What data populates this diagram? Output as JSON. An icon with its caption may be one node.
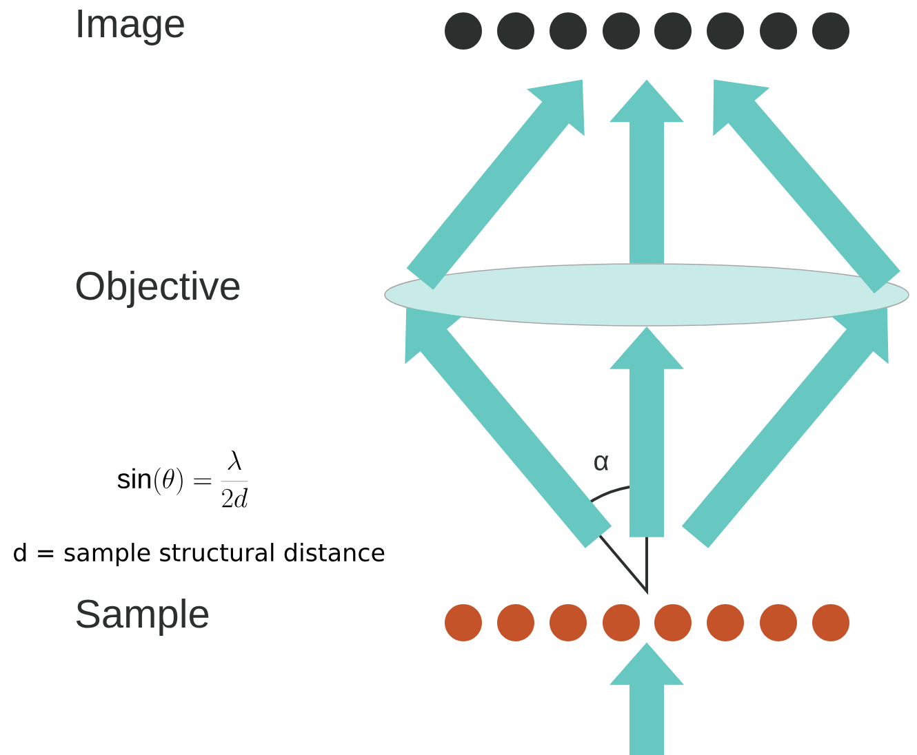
{
  "diagram": {
    "nodes": [
      {
        "text": [],
        "shape": "dots"
      },
      {
        "text": [],
        "shape": "ellipse"
      },
      {
        "text": [],
        "shape": "dots"
      }
    ],
    "edges": [
      {
        "from": 1,
        "to": 0,
        "arrow": "to"
      },
      {
        "from": 1,
        "to": 0,
        "arrow": "to"
      },
      {
        "from": 1,
        "to": 0,
        "arrow": "to"
      },
      {
        "from": 2,
        "to": 1,
        "arrow": "to"
      },
      {
        "from": 2,
        "to": 1,
        "arrow": "to"
      },
      {
        "from": 2,
        "to": 1,
        "arrow": "to"
      },
      {
        "from": null,
        "to": 2,
        "arrow": "to"
      }
    ],
    "labels": [
      "Image",
      "Objective",
      "α",
      "\\sin(\\theta) = \\frac{\\lambda}{2d}",
      "d = sample structural distance",
      "Sample"
    ]
  }
}
